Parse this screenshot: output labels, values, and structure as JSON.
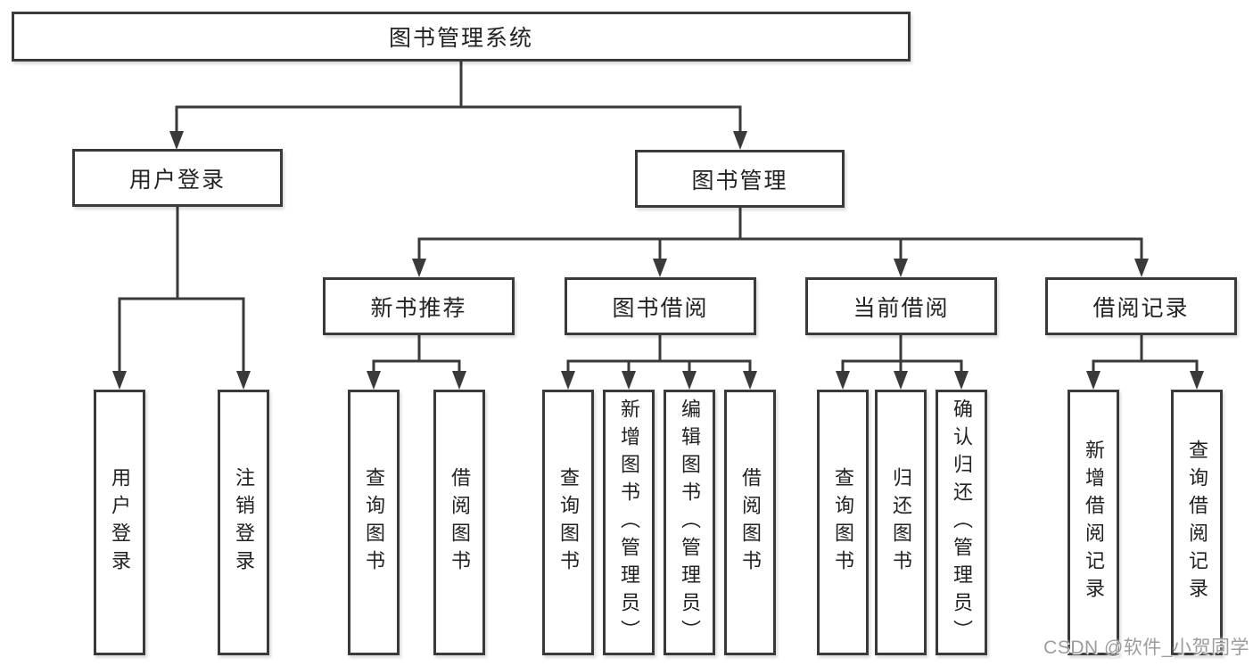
{
  "diagram": {
    "root": {
      "label": "图书管理系统"
    },
    "branches": [
      {
        "label": "用户登录",
        "children": [
          {
            "label": "用户登录"
          },
          {
            "label": "注销登录"
          }
        ]
      },
      {
        "label": "图书管理",
        "children": [
          {
            "label": "新书推荐",
            "children": [
              {
                "label": "查询图书"
              },
              {
                "label": "借阅图书"
              }
            ]
          },
          {
            "label": "图书借阅",
            "children": [
              {
                "label": "查询图书"
              },
              {
                "label": "新增图书（管理员）"
              },
              {
                "label": "编辑图书（管理员）"
              },
              {
                "label": "借阅图书"
              }
            ]
          },
          {
            "label": "当前借阅",
            "children": [
              {
                "label": "查询图书"
              },
              {
                "label": "归还图书"
              },
              {
                "label": "确认归还（管理员）"
              }
            ]
          },
          {
            "label": "借阅记录",
            "children": [
              {
                "label": "新增借阅记录"
              },
              {
                "label": "查询借阅记录"
              }
            ]
          }
        ]
      }
    ]
  },
  "watermark": {
    "text": "CSDN @软件_小贺同学"
  },
  "colors": {
    "line": "#3a3a3a",
    "box_border": "#3a3a3a",
    "box_background": "#ffffff",
    "text": "#222222",
    "watermark": "#9c9c9c"
  }
}
